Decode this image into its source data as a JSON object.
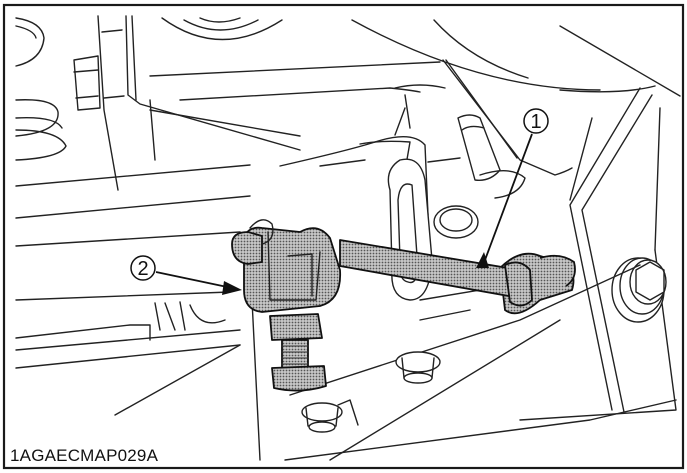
{
  "figure": {
    "id_label": "1AGAECMAP029A",
    "callouts": [
      {
        "number": "1",
        "target": "rod"
      },
      {
        "number": "2",
        "target": "clevis-yoke"
      }
    ],
    "colors": {
      "line": "#222222",
      "shade": "#9a9a9a",
      "background": "#ffffff"
    }
  }
}
